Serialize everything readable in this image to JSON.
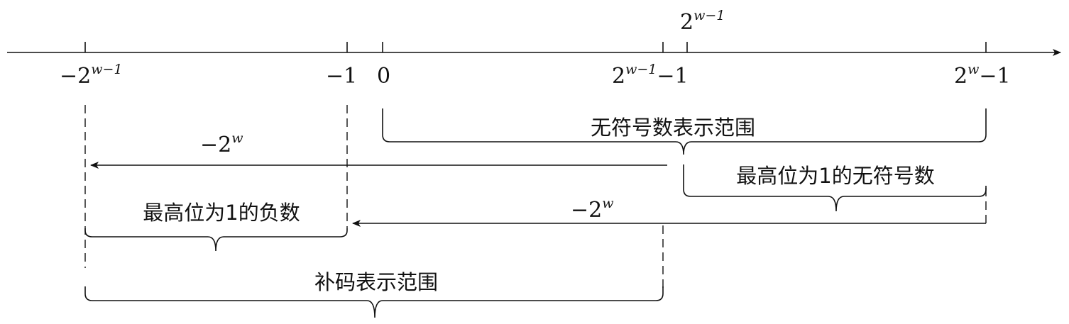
{
  "axis": {
    "ticks": [
      {
        "id": "neg-2-pow-w-1",
        "base": "−2",
        "sup": "w−1",
        "tail": ""
      },
      {
        "id": "neg-1",
        "base": "−1",
        "sup": "",
        "tail": ""
      },
      {
        "id": "zero",
        "base": "0",
        "sup": "",
        "tail": ""
      },
      {
        "id": "2-pow-w-1-minus-1",
        "base": "2",
        "sup": "w−1",
        "tail": "−1"
      },
      {
        "id": "2-pow-w-1",
        "base": "2",
        "sup": "w−1",
        "tail": ""
      },
      {
        "id": "2-pow-w-minus-1",
        "base": "2",
        "sup": "w",
        "tail": "−1"
      }
    ]
  },
  "ranges": {
    "unsigned_range": "无符号数表示范围",
    "unsigned_high_bit_1": "最高位为1的无符号数",
    "negative_high_bit_1": "最高位为1的负数",
    "twos_complement_range": "补码表示范围"
  },
  "shifts": {
    "upper": {
      "base": "−2",
      "sup": "w"
    },
    "lower": {
      "base": "−2",
      "sup": "w"
    }
  }
}
